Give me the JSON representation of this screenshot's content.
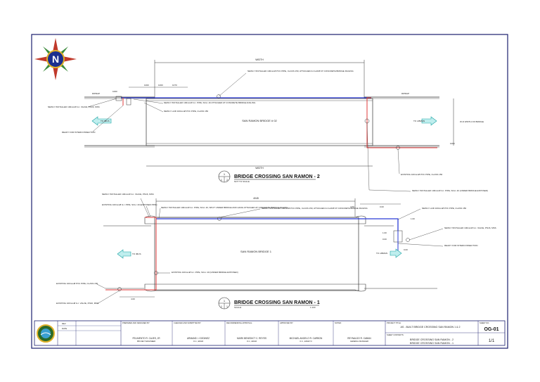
{
  "bridge2": {
    "title": "BRIDGE CROSSING SAN RAMON - 2",
    "scale": "NOT TO SCALE",
    "bubble_top": "1",
    "bubble_left": "1",
    "bubble_right": "2",
    "bridge_name": "SAN RAMON BRIDGE # 02",
    "length_top": "WIDTH",
    "length_bottom": "WIDTH",
    "dims": [
      "1000",
      "1000",
      "1070",
      "1000",
      "1000"
    ],
    "left_road_label": "RIPRAP",
    "right_road_label": "RIPRAP",
    "to_left": "TO IMUS",
    "to_right": "TO LIBMAN",
    "width_label": "W-D WIDTH OF BRIDGE",
    "side_dim": "1000",
    "callouts": {
      "top": "NEWLY INSTALLED 100mmØ PVC PIPE, CLASS 150, ATTACHED & CLAMP AT CONCRETE BRIDGE RAILING",
      "gi_valve": "NEWLY INSTALLED 100mmØ G.I. VALVE, PN16, MSS",
      "gi_pipe": "NEWLY INSTALLED 100mmØ G.I. PIPE, SCH. 40 ATTACHED AT CONCRETE BRIDGE RAILING",
      "pvc_laid": "NEWLY LAID 100mmØ PVC PIPE, CLASS 150",
      "ready": "READY FOR INTERCONNECTION",
      "existing": "EXISTING 100mmØ PVC PIPE, CLASS 150",
      "gi_under": "NEWLY INSTALLED 100mmØ G.I. PIPE, SCH. 40 (UNDER BRIDGE EXPOSED)"
    }
  },
  "bridge1": {
    "title": "BRIDGE CROSSING SAN RAMON - 1",
    "scale": "SCALE:",
    "scale_value": "1:100",
    "bubble_top": "1",
    "bubble_left": "1",
    "bubble_right": "1",
    "bridge_name": "SAN RAMON BRIDGE 1",
    "length_top": "4045",
    "to_left": "TO IMUS",
    "to_right": "TO LIBMAN",
    "dims": [
      "4.00",
      "0.00",
      "1.00",
      "1.00",
      "0.00",
      "0.00",
      "4.00"
    ],
    "callouts": {
      "gi_valve_top": "NEWLY INSTALLED 100mmØ G.I. VALVE, PN16, MSS",
      "existing_gi": "EXISTING 100mmØ G.I. PIPE, SCH. 40 (EXPOSED PIPE)",
      "gi_split": "NEWLY INSTALLED 100mmØ G.I. PIPE, SCH. 40, SPLIT UNDER BRIDGE AND HANG ATTACHED AT CONCRETE BRIDGE RAILING",
      "pvc_railing": "NEWLY INSTALLED 100mmØ PVC PIPE, CLASS 150, ATTACHED & CLAMP AT CONCRETE BRIDGE RAILING",
      "pvc_laid": "NEWLY LAID 100mmØ PVC PIPE, CLASS 150",
      "gi_valve_right": "NEWLY INSTALLED 100mmØ G.I. VALVE, PN16, MSS",
      "ready": "READY FOR INTERCONNECTION",
      "existing_under": "EXISTING 100mmØ G.I. PIPE, SCH. 40 (UNDER BRIDGE EXPOSED)",
      "existing_pvc": "EXISTING 100mmØ PVC PIPE, CLASS 150",
      "existing_valve": "EXISTING 100mmØ G.I. VALVE, PN16, MSS"
    }
  },
  "compass": {
    "letter": "N"
  },
  "title_block": {
    "rev_labels": [
      "REV",
      "DATE"
    ],
    "prepared_label": "PREPARED AND DESIGNED BY:",
    "checked_label": "CHECKED AND SUBMITTED BY:",
    "recommended_label": "RECOMMENDING APPROVAL:",
    "approved_label": "APPROVED BY:",
    "noted_label": "NOTED:",
    "names": [
      "FELIMENTO R. CAJES, JR",
      "ARMAND I. GODINEZ",
      "MARK BENEDICT C. REYES",
      "MICHAEL ANGELO R. CARBON",
      "REYNALDO R. CABAN"
    ],
    "roles": [
      "PROJECT ENGINEER",
      "O.C., ENGR",
      "O.C., ENGR",
      "O.C., ENGR VI",
      "GENERAL MANAGER"
    ],
    "project_label": "PROJECT TITLE:",
    "project": "AS - BUILT BRIDGE CROSSING SAN RAMON 1 & 2",
    "sheet_contents_label": "SHEET CONTENTS:",
    "sheet_contents": [
      "BRIDGE CROSSING SAN RAMON - 2",
      "BRIDGE CROSSING SAN RAMON - 1"
    ],
    "sheet_no_label": "SHEET NO.",
    "sheet_no": "OG-01",
    "page": "1/1"
  },
  "colors": {
    "pvc_pipe": "#2a3bd6",
    "gi_pipe": "#e23b3b",
    "arrow": "#1aa3a3",
    "border": "#1a1f6e"
  }
}
